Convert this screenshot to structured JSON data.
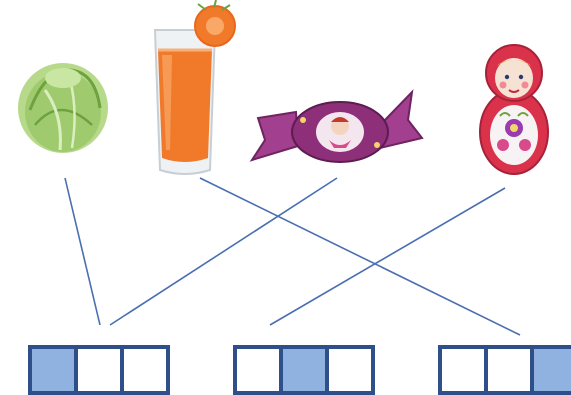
{
  "items": [
    {
      "id": "cabbage",
      "icon": "cabbage-icon",
      "color": "#8fbf5a"
    },
    {
      "id": "juice",
      "icon": "carrot-juice-glass-icon",
      "color": "#f07a2a"
    },
    {
      "id": "candy",
      "icon": "wrapped-candy-icon",
      "color": "#7a2f73"
    },
    {
      "id": "matryoshka",
      "icon": "matryoshka-doll-icon",
      "color": "#d9324a"
    }
  ],
  "schemes": [
    {
      "id": "scheme-1",
      "cells": 3,
      "filled_index": 0
    },
    {
      "id": "scheme-2",
      "cells": 3,
      "filled_index": 1
    },
    {
      "id": "scheme-3",
      "cells": 3,
      "filled_index": 2
    }
  ],
  "connections": [
    {
      "from": "cabbage",
      "to": "scheme-1"
    },
    {
      "from": "candy",
      "to": "scheme-1"
    },
    {
      "from": "juice",
      "to": "scheme-3"
    },
    {
      "from": "matryoshka",
      "to": "scheme-2"
    }
  ],
  "colors": {
    "line": "#4a6fb0",
    "cell_border": "#2f4f8a",
    "cell_fill": "#8fb2e0",
    "cell_empty": "#ffffff"
  }
}
